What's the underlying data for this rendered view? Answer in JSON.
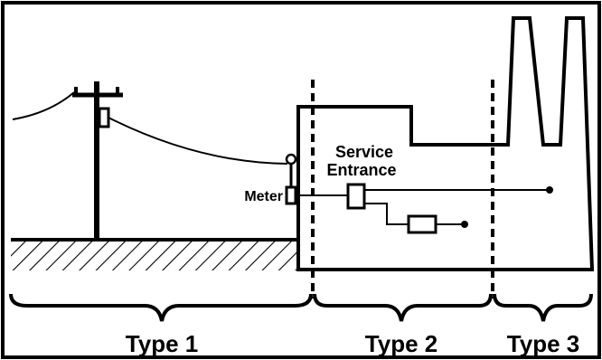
{
  "labels": {
    "service_entrance_line1": "Service",
    "service_entrance_line2": "Entrance",
    "meter": "Meter",
    "type1": "Type 1",
    "type2": "Type 2",
    "type3": "Type 3"
  }
}
